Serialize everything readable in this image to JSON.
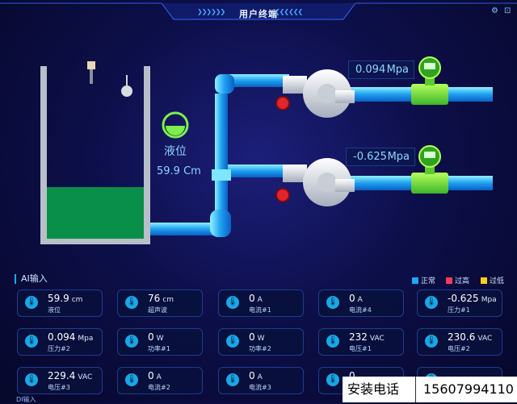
{
  "header": {
    "title": "用户终端"
  },
  "tank": {
    "level_label": "液位",
    "level_value": "59.9 Cm",
    "fill_fraction": 0.3
  },
  "pressures": [
    {
      "value": "0.094",
      "unit": "Mpa"
    },
    {
      "value": "-0.625",
      "unit": "Mpa"
    }
  ],
  "ai_section": {
    "title": "AI输入"
  },
  "legend": [
    {
      "label": "正常",
      "color": "#19a7ff"
    },
    {
      "label": "过高",
      "color": "#ff3b5c"
    },
    {
      "label": "过低",
      "color": "#ffd21a"
    }
  ],
  "cards": [
    {
      "value": "59.9",
      "unit": "cm",
      "name": "液位"
    },
    {
      "value": "76",
      "unit": "cm",
      "name": "超声波"
    },
    {
      "value": "0",
      "unit": "A",
      "name": "电流#1"
    },
    {
      "value": "0",
      "unit": "A",
      "name": "电流#4"
    },
    {
      "value": "-0.625",
      "unit": "Mpa",
      "name": "压力#1"
    },
    {
      "value": "0.094",
      "unit": "Mpa",
      "name": "压力#2"
    },
    {
      "value": "0",
      "unit": "W",
      "name": "功率#1"
    },
    {
      "value": "0",
      "unit": "W",
      "name": "功率#2"
    },
    {
      "value": "232",
      "unit": "VAC",
      "name": "电压#1"
    },
    {
      "value": "230.6",
      "unit": "VAC",
      "name": "电压#2"
    },
    {
      "value": "229.4",
      "unit": "VAC",
      "name": "电压#3"
    },
    {
      "value": "0",
      "unit": "A",
      "name": "电流#2"
    },
    {
      "value": "0",
      "unit": "A",
      "name": "电流#3"
    },
    {
      "value": "0",
      "unit": "",
      "name": ""
    },
    {
      "value": "",
      "unit": "",
      "name": ""
    }
  ],
  "contact": {
    "label": "安装电话",
    "number": "15607994110"
  },
  "bottom_section": {
    "title": "DI输入"
  }
}
